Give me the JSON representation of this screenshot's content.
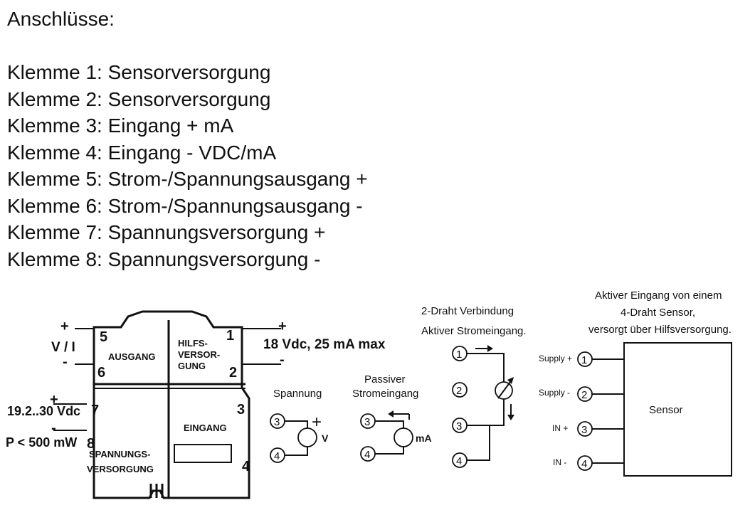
{
  "heading": "Anschlüsse:",
  "terminals": [
    "Klemme 1: Sensorversorgung",
    "Klemme 2: Sensorversorgung",
    "Klemme 3: Eingang + mA",
    "Klemme 4: Eingang - VDC/mA",
    "Klemme 5: Strom-/Spannungsausgang +",
    "Klemme 6: Strom-/Spannungsausgang -",
    "Klemme 7: Spannungsversorgung +",
    "Klemme 8: Spannungsversorgung -"
  ],
  "device": {
    "out_label": "V / I",
    "supply_out_label": "18 Vdc, 25 mA max",
    "power_label": "19.2..30 Vdc",
    "power_limit": "P < 500 mW",
    "plus": "+",
    "minus": "-",
    "ausgang": "AUSGANG",
    "hilfs": [
      "HILFS-",
      "VERSOR-",
      "GUNG"
    ],
    "eingang": "EINGANG",
    "spannungs": [
      "SPANNUNGS-",
      "VERSORGUNG"
    ],
    "n1": "1",
    "n2": "2",
    "n3": "3",
    "n4": "4",
    "n5": "5",
    "n6": "6",
    "n7": "7",
    "n8": "8"
  },
  "spannung": {
    "title": "Spannung",
    "t3": "3",
    "t4": "4",
    "plus": "+",
    "unit": "V"
  },
  "passiv": {
    "title": [
      "Passiver",
      "Stromeingang"
    ],
    "t3": "3",
    "t4": "4",
    "unit": "mA"
  },
  "zweidraht": {
    "title": [
      "2-Draht Verbindung",
      "Aktiver Stromeingang."
    ],
    "t1": "1",
    "t2": "2",
    "t3": "3",
    "t4": "4"
  },
  "aktiv": {
    "title": [
      "Aktiver Eingang von einem",
      "4-Draht Sensor,",
      "versorgt über Hilfsversorgung."
    ],
    "labels": [
      "Supply +",
      "Supply -",
      "IN +",
      "IN -"
    ],
    "t1": "1",
    "t2": "2",
    "t3": "3",
    "t4": "4",
    "sensor": "Sensor"
  }
}
